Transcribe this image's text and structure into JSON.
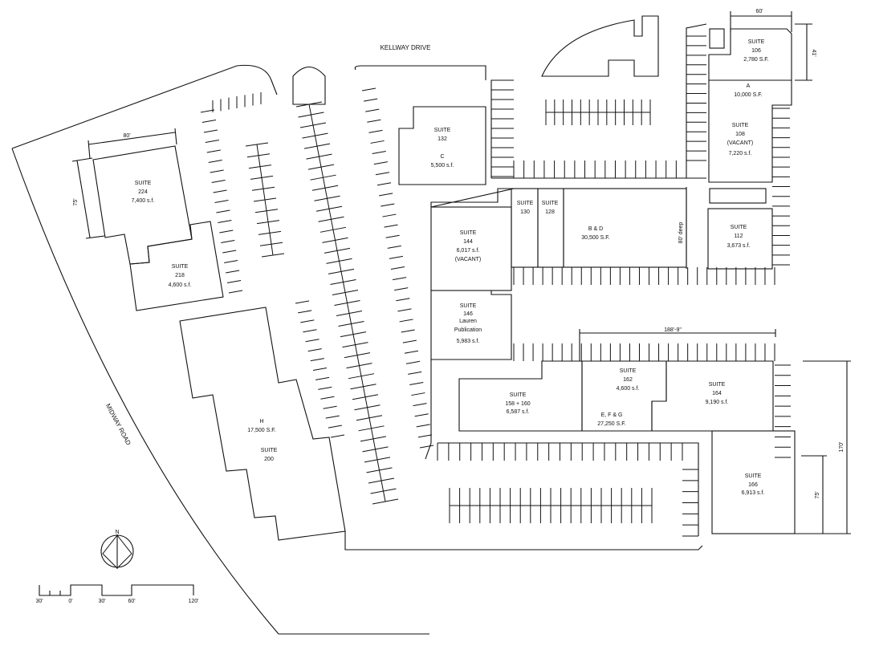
{
  "streets": {
    "north": "KELLWAY DRIVE",
    "west": "MIDWAY ROAD"
  },
  "suites": {
    "s106": [
      "SUITE",
      "106",
      "2,780 S.F."
    ],
    "a": [
      "A",
      "10,000 S.F."
    ],
    "s108": [
      "SUITE",
      "108",
      "(VACANT)",
      "7,220 s.f."
    ],
    "s112": [
      "SUITE",
      "112",
      "3,673 s.f."
    ],
    "s132": [
      "SUITE",
      "132",
      "C",
      "5,500 s.f."
    ],
    "s130": [
      "SUITE",
      "130"
    ],
    "s128": [
      "SUITE",
      "128"
    ],
    "bd": [
      "B & D",
      "30,500 S.F."
    ],
    "s144": [
      "SUITE",
      "144",
      "6,017 s.f.",
      "(VACANT)"
    ],
    "s146": [
      "SUITE",
      "146",
      "Lauren",
      "Publication",
      "5,983 s.f."
    ],
    "s162": [
      "SUITE",
      "162",
      "4,600 s.f."
    ],
    "s158": [
      "SUITE",
      "158 + 160",
      "6,587 s.f."
    ],
    "efg": [
      "E, F & G",
      "27,250 S.F."
    ],
    "s164": [
      "SUITE",
      "164",
      "9,190 s.f."
    ],
    "s166": [
      "SUITE",
      "166",
      "6,913 s.f."
    ],
    "s224": [
      "SUITE",
      "224",
      "7,400 s.f."
    ],
    "s218": [
      "SUITE",
      "218",
      "4,600 s.f."
    ],
    "h": [
      "H",
      "17,500 S.F.",
      "SUITE",
      "200"
    ]
  },
  "dimensions": {
    "d60": "60'",
    "d41": "41'",
    "d80deep": "80' deep",
    "d188": "188'-9\"",
    "d170": "170'",
    "d75r": "75'",
    "d80": "80'",
    "d75l": "75'"
  },
  "north_arrow": "N",
  "scale_bar": [
    "30'",
    "0'",
    "30'",
    "60'",
    "120'"
  ]
}
